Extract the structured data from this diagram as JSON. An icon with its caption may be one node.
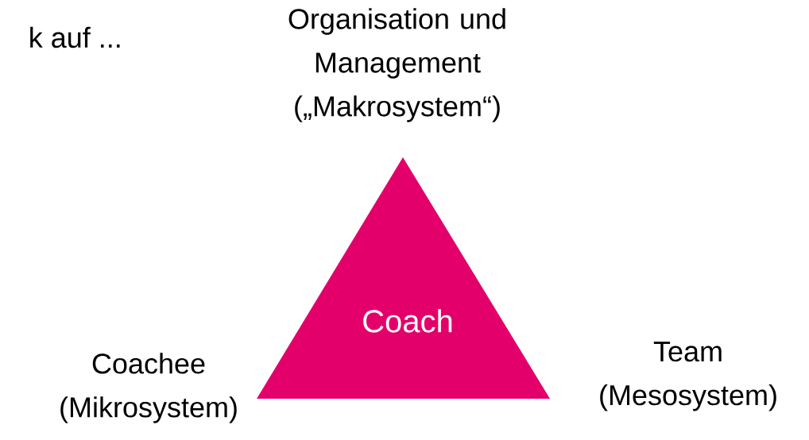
{
  "diagram": {
    "nodes": [
      {
        "text": [
          "Coach"
        ]
      }
    ],
    "labels": [
      "k auf ...",
      "Organisation und Management („Makrosystem“)",
      "Coachee (Mikrosystem)",
      "Team (Mesosystem)"
    ]
  }
}
